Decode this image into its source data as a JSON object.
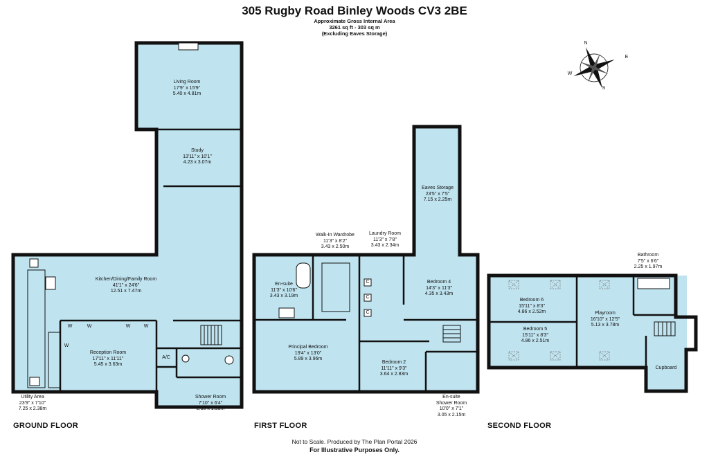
{
  "header": {
    "title": "305 Rugby Road Binley Woods CV3 2BE",
    "area_label": "Approximate Gross Internal Area",
    "area_value": "3261 sq ft - 303 sq m",
    "area_note": "(Excluding Eaves Storage)"
  },
  "floors": {
    "ground": "GROUND FLOOR",
    "first": "FIRST FLOOR",
    "second": "SECOND FLOOR"
  },
  "rooms": {
    "living": {
      "name": "Living Room",
      "imp": "17'9\" x 15'9\"",
      "met": "5.40 x 4.81m"
    },
    "study": {
      "name": "Study",
      "imp": "13'11\" x 10'1\"",
      "met": "4.23 x 3.07m"
    },
    "kitchen": {
      "name": "Kitchen/Dining/Family Room",
      "imp": "41'1\" x 24'6\"",
      "met": "12.51 x 7.47m"
    },
    "reception": {
      "name": "Reception Room",
      "imp": "17'11\" x 11'11\"",
      "met": "5.45 x 3.63m"
    },
    "utility": {
      "name": "Utility Area",
      "imp": "23'9\" x 7'10\"",
      "met": "7.25 x 2.38m"
    },
    "shower": {
      "name": "Shower Room",
      "imp": "7'10\" x 6'4\"",
      "met": "2.38 x 1.93m"
    },
    "ensuite1": {
      "name": "En-suite",
      "imp": "11'3\" x 10'6\"",
      "met": "3.43 x 3.19m"
    },
    "wardrobe": {
      "name": "Walk-In Wardrobe",
      "imp": "11'3\" x 8'2\"",
      "met": "3.43 x 2.50m"
    },
    "laundry": {
      "name": "Laundry Room",
      "imp": "11'3\" x 7'8\"",
      "met": "3.43 x 2.34m"
    },
    "eaves": {
      "name": "Eaves Storage",
      "imp": "23'5\" x 7'5\"",
      "met": "7.15 x 2.25m"
    },
    "bed4": {
      "name": "Bedroom 4",
      "imp": "14'3\" x 11'3\"",
      "met": "4.35 x 3.43m"
    },
    "principal": {
      "name": "Principal Bedroom",
      "imp": "19'4\" x 13'0\"",
      "met": "5.89 x 3.96m"
    },
    "bed2": {
      "name": "Bedroom 2",
      "imp": "11'11\" x 9'3\"",
      "met": "3.64 x 2.83m"
    },
    "ensuite2": {
      "name": "En-suite",
      "name2": "Shower Room",
      "imp": "10'0\" x 7'1\"",
      "met": "3.05 x 2.15m"
    },
    "bathroom": {
      "name": "Bathroom",
      "imp": "7'5\" x 6'6\"",
      "met": "2.25 x 1.97m"
    },
    "bed6": {
      "name": "Bedroom 6",
      "imp": "15'11\" x 8'3\"",
      "met": "4.86 x 2.52m"
    },
    "bed5": {
      "name": "Bedroom 5",
      "imp": "15'11\" x 8'3\"",
      "met": "4.86 x 2.51m"
    },
    "playroom": {
      "name": "Playroom",
      "imp": "16'10\" x 12'5\"",
      "met": "5.13 x 3.78m"
    },
    "cupboard": {
      "name": "Cupboard"
    }
  },
  "labels": {
    "ac": "A/C",
    "w": "W",
    "c": "C"
  },
  "compass": {
    "n": "N",
    "e": "E",
    "s": "S",
    "w": "W"
  },
  "footer": {
    "note": "Not to Scale. Produced by The Plan Portal 2026",
    "disclaimer": "For Illustrative Purposes Only."
  }
}
